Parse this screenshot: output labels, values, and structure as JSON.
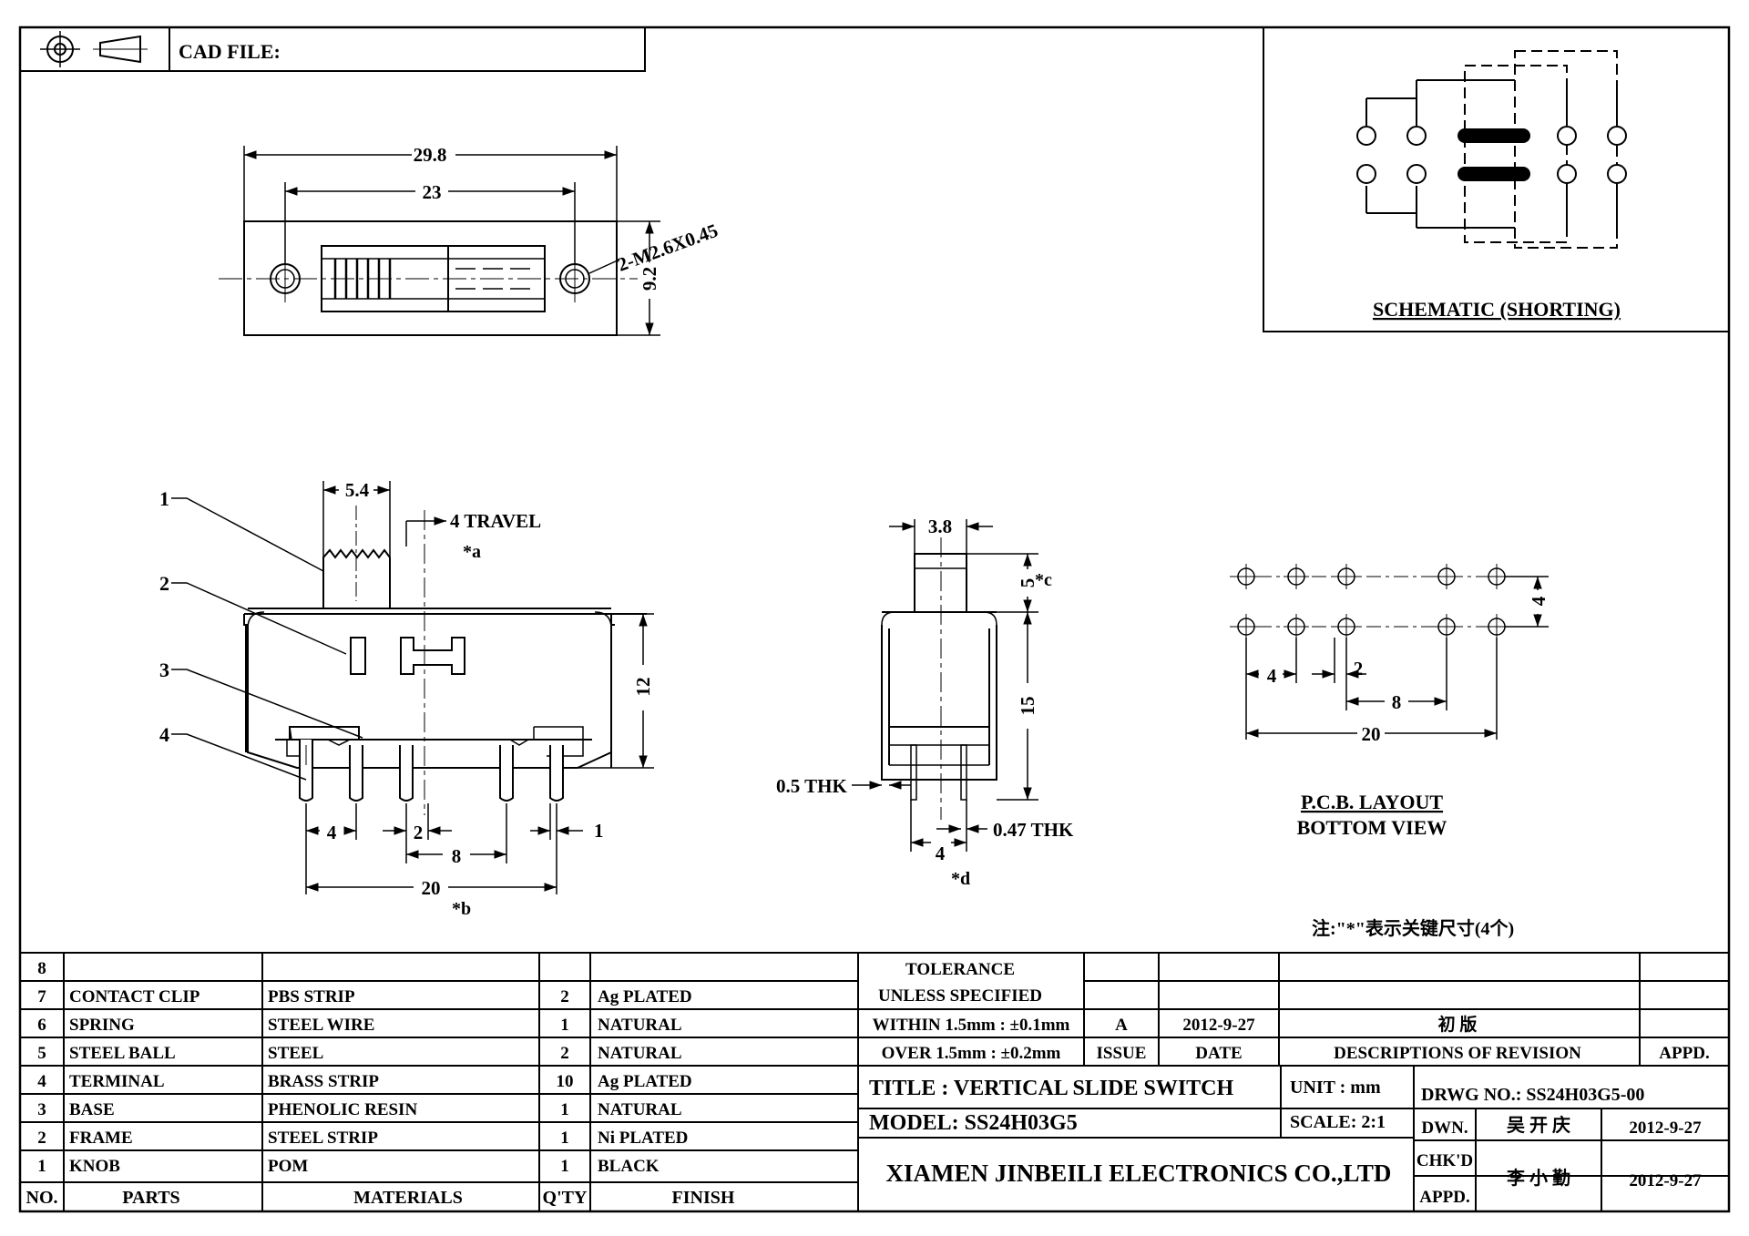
{
  "header": {
    "cad_file_label": "CAD FILE:"
  },
  "top_view": {
    "dim_overall": "29.8",
    "dim_holes": "23",
    "dim_height": "9.2",
    "dim_screw": "2-M2.6X0.45"
  },
  "schematic": {
    "caption": "SCHEMATIC (SHORTING)"
  },
  "side_view": {
    "callouts": [
      "1",
      "2",
      "3",
      "4"
    ],
    "dim_knob": "5.4",
    "dim_travel": "4 TRAVEL",
    "mark_a": "*a",
    "dim_height": "12",
    "dim_pitch": "4",
    "dim_gap": "2",
    "dim_pin": "1",
    "dim_span": "8",
    "dim_total": "20",
    "mark_b": "*b"
  },
  "front_view": {
    "dim_width": "3.8",
    "dim_knob": "5",
    "mark_c": "*c",
    "dim_height": "15",
    "dim_thk_left": "0.5 THK",
    "dim_thk_right": "0.47 THK",
    "dim_pitch": "4",
    "mark_d": "*d"
  },
  "pcb_layout": {
    "dim_row": "4",
    "dim_pitch": "4",
    "dim_gap": "2",
    "dim_span": "8",
    "dim_total": "20",
    "caption_1": "P.C.B. LAYOUT",
    "caption_2": "BOTTOM VIEW"
  },
  "note": "注:\"*\"表示关键尺寸(4个)",
  "bom": {
    "headers": [
      "NO.",
      "PARTS",
      "MATERIALS",
      "Q'TY",
      "FINISH"
    ],
    "rows": [
      {
        "no": "8",
        "part": "",
        "material": "",
        "qty": "",
        "finish": ""
      },
      {
        "no": "7",
        "part": "CONTACT CLIP",
        "material": "PBS STRIP",
        "qty": "2",
        "finish": "Ag PLATED"
      },
      {
        "no": "6",
        "part": "SPRING",
        "material": "STEEL WIRE",
        "qty": "1",
        "finish": "NATURAL"
      },
      {
        "no": "5",
        "part": "STEEL BALL",
        "material": "STEEL",
        "qty": "2",
        "finish": "NATURAL"
      },
      {
        "no": "4",
        "part": "TERMINAL",
        "material": "BRASS STRIP",
        "qty": "10",
        "finish": "Ag PLATED"
      },
      {
        "no": "3",
        "part": "BASE",
        "material": "PHENOLIC RESIN",
        "qty": "1",
        "finish": "NATURAL"
      },
      {
        "no": "2",
        "part": "FRAME",
        "material": "STEEL STRIP",
        "qty": "1",
        "finish": "Ni PLATED"
      },
      {
        "no": "1",
        "part": "KNOB",
        "material": "POM",
        "qty": "1",
        "finish": "BLACK"
      }
    ]
  },
  "title_block": {
    "tolerance_1": "TOLERANCE",
    "tolerance_2": "UNLESS  SPECIFIED",
    "tolerance_3": "WITHIN 1.5mm : ±0.1mm",
    "tolerance_4": "OVER 1.5mm : ±0.2mm",
    "issue_value": "A",
    "issue_date": "2012-9-27",
    "revision_desc": "初 版",
    "issue_label": "ISSUE",
    "date_label": "DATE",
    "desc_label": "DESCRIPTIONS OF REVISION",
    "appd_label": "APPD.",
    "title": "TITLE :   VERTICAL  SLIDE  SWITCH",
    "model": "MODEL:    SS24H03G5",
    "unit": "UNIT :   mm",
    "scale": "SCALE:  2:1",
    "drwg_no": "DRWG NO.: SS24H03G5-00",
    "company": "XIAMEN JINBEILI ELECTRONICS CO.,LTD",
    "dwn_label": "DWN.",
    "dwn_name": "吴 开 庆",
    "dwn_date": "2012-9-27",
    "chkd_label": "CHK'D",
    "chkd_name": "李 小 勤",
    "chkd_date": "2012-9-27",
    "appd2_label": "APPD."
  }
}
